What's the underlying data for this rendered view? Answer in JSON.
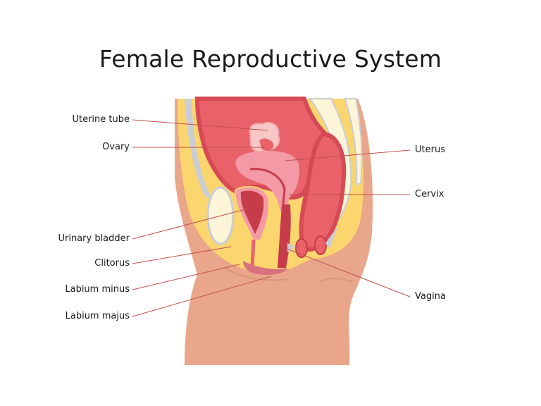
{
  "title": "Female Reproductive System",
  "colors": {
    "skin": "#eaa68a",
    "skin_shadow": "#d99479",
    "fat": "#fbd56e",
    "organ_red": "#e9626a",
    "organ_dark": "#d64a55",
    "uterus_pink": "#f39aa6",
    "ovary_light": "#f7c6c7",
    "bone": "#fdf5d8",
    "ligament": "#c9cdd6",
    "leader_line": "#c0504d"
  },
  "labels_left": [
    {
      "id": "uterine-tube",
      "text": "Uterine tube"
    },
    {
      "id": "ovary",
      "text": "Ovary"
    },
    {
      "id": "urinary-bladder",
      "text": "Urinary bladder"
    },
    {
      "id": "clitorus",
      "text": "Clitorus"
    },
    {
      "id": "labium-minus",
      "text": "Labium minus"
    },
    {
      "id": "labium-majus",
      "text": "Labium majus"
    }
  ],
  "labels_right": [
    {
      "id": "uterus",
      "text": "Uterus"
    },
    {
      "id": "cervix",
      "text": "Cervix"
    },
    {
      "id": "vagina",
      "text": "Vagina"
    }
  ]
}
